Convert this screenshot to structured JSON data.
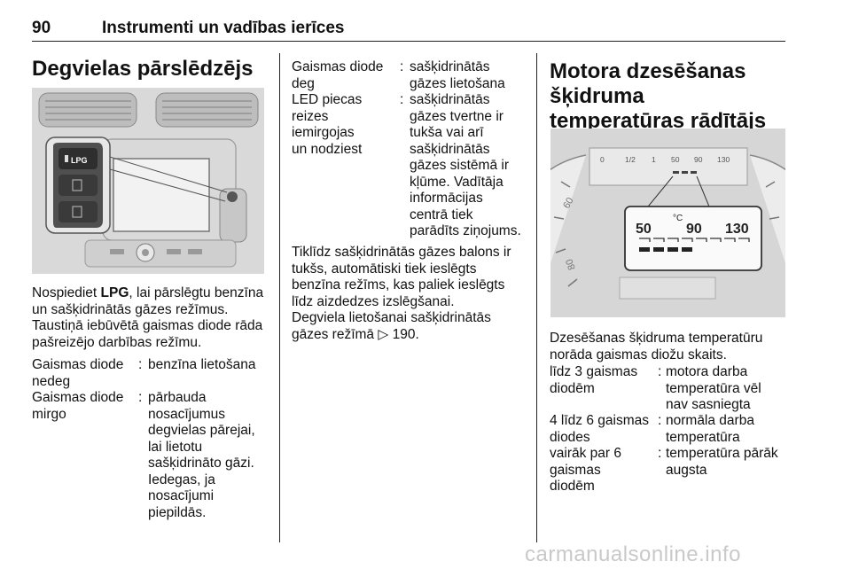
{
  "header": {
    "page_number": "90",
    "title": "Instrumenti un vadības ierīces"
  },
  "left": {
    "heading": "Degvielas pārslēdzējs",
    "image": {
      "button_label": "LPG"
    },
    "intro_p1_before": "Nospiediet ",
    "intro_p1_bold": "LPG",
    "intro_p1_after": ", lai pārslēgtu benzīna un sašķidrinātās gāzes režīmus.",
    "intro_p2": "Taustiņā iebūvētā gaismas diode rāda pašreizējo darbības režīmu.",
    "rows": [
      {
        "term": "Gaismas diode nedeg",
        "desc": "benzīna lietošana"
      },
      {
        "term": "Gaismas diode mirgo",
        "desc": "pārbauda nosacījumus degvielas pārejai, lai lietotu sašķidrināto gāzi. Iedegas, ja nosacījumi piepildās."
      }
    ]
  },
  "middle": {
    "rows": [
      {
        "term": "Gaismas diode deg",
        "desc": "sašķidrinātās gāzes lietošana"
      },
      {
        "term": "LED piecas reizes iemirgojas un nodziest",
        "desc": "sašķidrinātās gāzes tvertne ir tukša vai arī sašķidrinātās gāzes sistēmā ir kļūme. Vadītāja informācijas centrā tiek parādīts ziņojums."
      }
    ],
    "para1": "Tiklīdz sašķidrinātās gāzes balons ir tukšs, automātiski tiek ieslēgts benzīna režīms, kas paliek ieslēgts līdz aizdedzes izslēgšanai.",
    "para2_text": "Degviela lietošanai sašķidrinātās gāzes režīmā ",
    "para2_ref_icon": "triangle-reference-icon",
    "para2_page": "190."
  },
  "right": {
    "heading": "Motora dzesēšanas šķidruma temperatūras rādītājs",
    "image": {
      "top_scale": [
        "0",
        "1/2",
        "1",
        "50",
        "90",
        "130"
      ],
      "zoom_scale": [
        "50",
        "90",
        "130"
      ],
      "zoom_unit": "°C",
      "dial_numbers": [
        "60",
        "80"
      ]
    },
    "intro": "Dzesēšanas šķidruma temperatūru norāda gaismas diožu skaits.",
    "rows": [
      {
        "term": "līdz 3 gaismas diodēm",
        "desc": "motora darba temperatūra vēl nav sasniegta"
      },
      {
        "term": "4 līdz 6 gaismas diodes",
        "desc": "normāla darba temperatūra"
      },
      {
        "term": "vairāk par 6 gaismas diodēm",
        "desc": "temperatūra pārāk augsta"
      }
    ]
  },
  "footer": {
    "watermark": "carmanualsonline.info"
  }
}
